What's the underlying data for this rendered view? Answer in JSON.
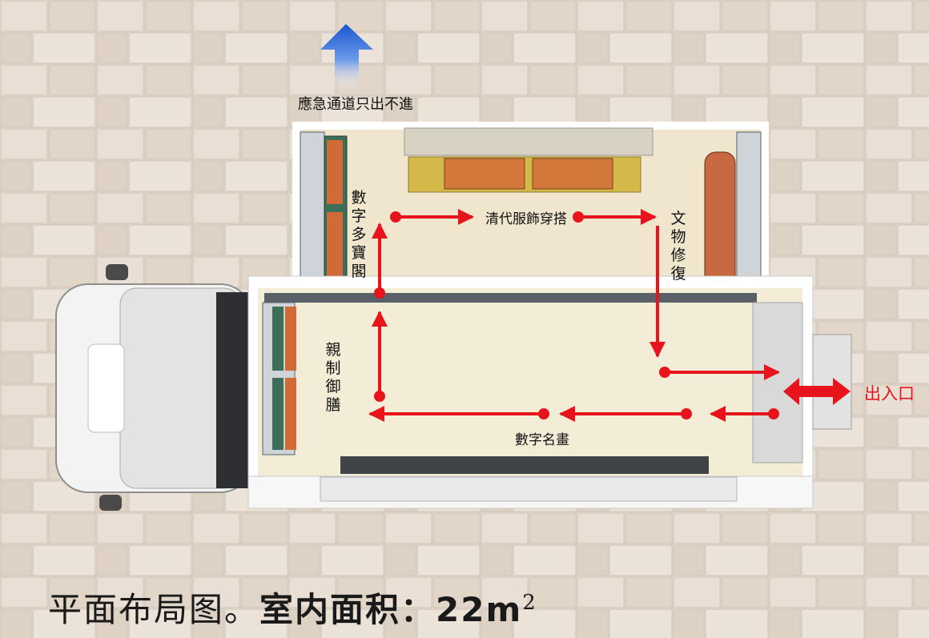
{
  "emergency_label": "應急通道只出不進",
  "zones": {
    "digital_shelf": "數字多寶閣",
    "qing_costume": "清代服飾穿搭",
    "relic_restore": "文物修復",
    "imperial_meal": "親制御膳",
    "digital_painting": "數字名畫"
  },
  "entrance_label": "出入口",
  "caption": {
    "prefix": "平面布局图。",
    "area_label": "室内面积：",
    "area_value": "22m",
    "area_sup": "2"
  },
  "colors": {
    "route": "#e8141c",
    "emergency_arrow": "#1f63d6",
    "floor": "#f3ecd6",
    "ground": "#e6dbcf"
  }
}
